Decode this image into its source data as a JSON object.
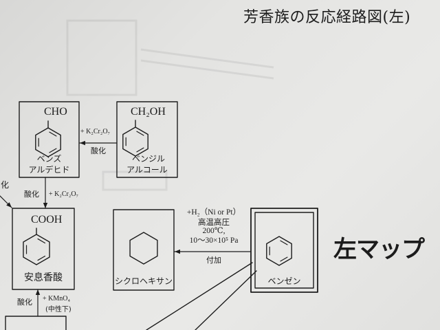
{
  "document": {
    "title": "芳香族の反応経路図(左)",
    "map_label": "左マップ",
    "edge_fragment": "化"
  },
  "compounds": {
    "benzaldehyde": {
      "formula": "CHO",
      "name_lines": [
        "ベンズ",
        "アルデヒド"
      ],
      "structure_icon": "benzene-ring"
    },
    "benzyl_alcohol": {
      "formula": "CH₂OH",
      "name_lines": [
        "ベンジル",
        "アルコール"
      ],
      "structure_icon": "benzene-ring"
    },
    "benzoic_acid": {
      "formula": "COOH",
      "name": "安息香酸",
      "structure_icon": "benzene-ring"
    },
    "cyclohexane": {
      "name": "シクロヘキサン",
      "structure_icon": "cyclohexane-ring"
    },
    "benzene": {
      "name": "ベンゼン",
      "structure_icon": "benzene-ring"
    }
  },
  "reactions": {
    "benzyl_alcohol_to_benzaldehyde": {
      "reagent": "+ K₂Cr₂O₇",
      "type": "酸化"
    },
    "benzaldehyde_to_benzoic_acid": {
      "type": "酸化",
      "reagent": "+ K₂Cr₂O₇"
    },
    "benzene_to_cyclohexane": {
      "reagent": "+H₂（Ni or Pt）",
      "conditions": [
        "高温高圧",
        "200℃,",
        "10～30×10⁵ Pa"
      ],
      "type": "付加"
    },
    "into_benzoic_acid_from_below": {
      "type": "酸化",
      "reagent": "+ KMnO₄",
      "condition": "(中性下)"
    }
  },
  "colors": {
    "ink": "#1c1c1c",
    "paper": "#e8e8e6"
  }
}
